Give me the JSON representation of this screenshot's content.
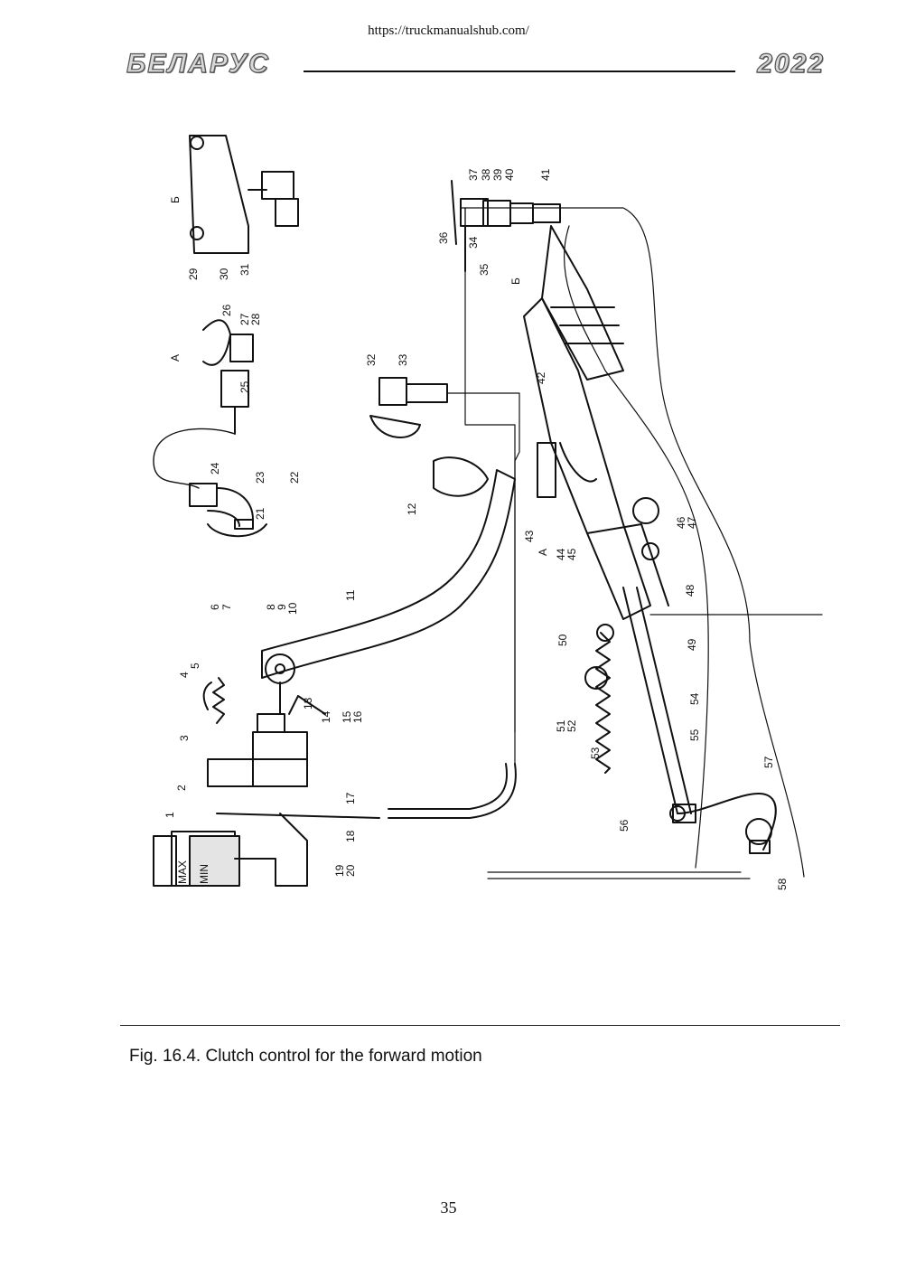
{
  "header": {
    "url": "https://truckmanualshub.com/",
    "brand": "БЕЛАРУС",
    "year": "2022"
  },
  "figure": {
    "view_labels": [
      "А",
      "Б"
    ],
    "detail_marks": [
      "A",
      "Б"
    ],
    "reservoir_labels": [
      "MAX",
      "MIN"
    ],
    "part_numbers": [
      "1",
      "2",
      "3",
      "4",
      "5",
      "6",
      "7",
      "8",
      "9",
      "10",
      "11",
      "12",
      "13",
      "14",
      "15",
      "16",
      "17",
      "18",
      "19",
      "20",
      "21",
      "22",
      "23",
      "24",
      "25",
      "26",
      "27",
      "28",
      "29",
      "30",
      "31",
      "32",
      "33",
      "34",
      "35",
      "36",
      "37",
      "38",
      "39",
      "40",
      "41",
      "42",
      "43",
      "44",
      "45",
      "46",
      "47",
      "48",
      "49",
      "50",
      "51",
      "52",
      "53",
      "54",
      "55",
      "56",
      "57",
      "58"
    ]
  },
  "caption": "Fig. 16.4. Clutch control for the forward motion",
  "page_number": "35"
}
